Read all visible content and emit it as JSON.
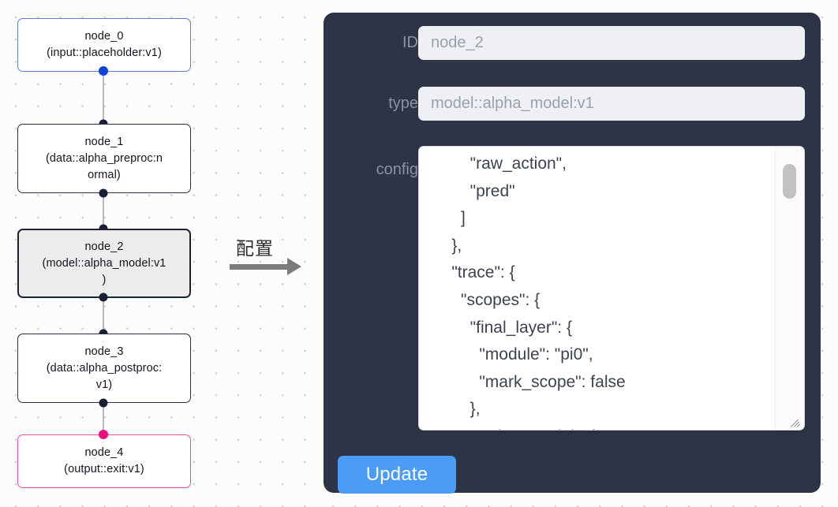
{
  "graph": {
    "nodes": [
      {
        "id": "node_0",
        "title": "node_0",
        "subtitle": "(input::placeholder:v1)",
        "variant": "input",
        "accent": "#5b7fd4",
        "port_color": "#1141d8"
      },
      {
        "id": "node_1",
        "title": "node_1",
        "subtitle": "(data::alpha_preproc:n",
        "subtitle2": "ormal)",
        "variant": "default",
        "accent": "#2a2f45",
        "port_color": "#1b1f36"
      },
      {
        "id": "node_2",
        "title": "node_2",
        "subtitle": "(model::alpha_model:v1",
        "subtitle2": ")",
        "variant": "selected",
        "accent": "#1d2233",
        "port_color": "#1b1f36"
      },
      {
        "id": "node_3",
        "title": "node_3",
        "subtitle": "(data::alpha_postproc:",
        "subtitle2": "v1)",
        "variant": "default",
        "accent": "#2a2f45",
        "port_color": "#1b1f36"
      },
      {
        "id": "node_4",
        "title": "node_4",
        "subtitle": "(output::exit:v1)",
        "variant": "output",
        "accent": "#e8509b",
        "port_color": "#ec0f7f"
      }
    ]
  },
  "annotation": {
    "label": "配置",
    "arrow": "arrow-right-icon"
  },
  "panel": {
    "background": "#2d3446",
    "fields": [
      {
        "key": "id",
        "label": "ID",
        "value": "node_2",
        "placeholder": "node_2"
      },
      {
        "key": "type",
        "label": "type",
        "value": "model::alpha_model:v1",
        "placeholder": "model::alpha_model:v1"
      }
    ],
    "config": {
      "label": "config",
      "value": "        \"raw_action\",\n        \"pred\"\n      ]\n    },\n    \"trace\": {\n      \"scopes\": {\n        \"final_layer\": {\n          \"module\": \"pi0\",\n          \"mark_scope\": false\n        },\n        \"action_model\": {",
      "scrollbar": {
        "thumb_top_pct": 6,
        "thumb_height_pct": 12
      },
      "resize_grip": "resize-grip-icon"
    },
    "update_button": {
      "label": "Update",
      "color": "#4a9cf6"
    }
  }
}
